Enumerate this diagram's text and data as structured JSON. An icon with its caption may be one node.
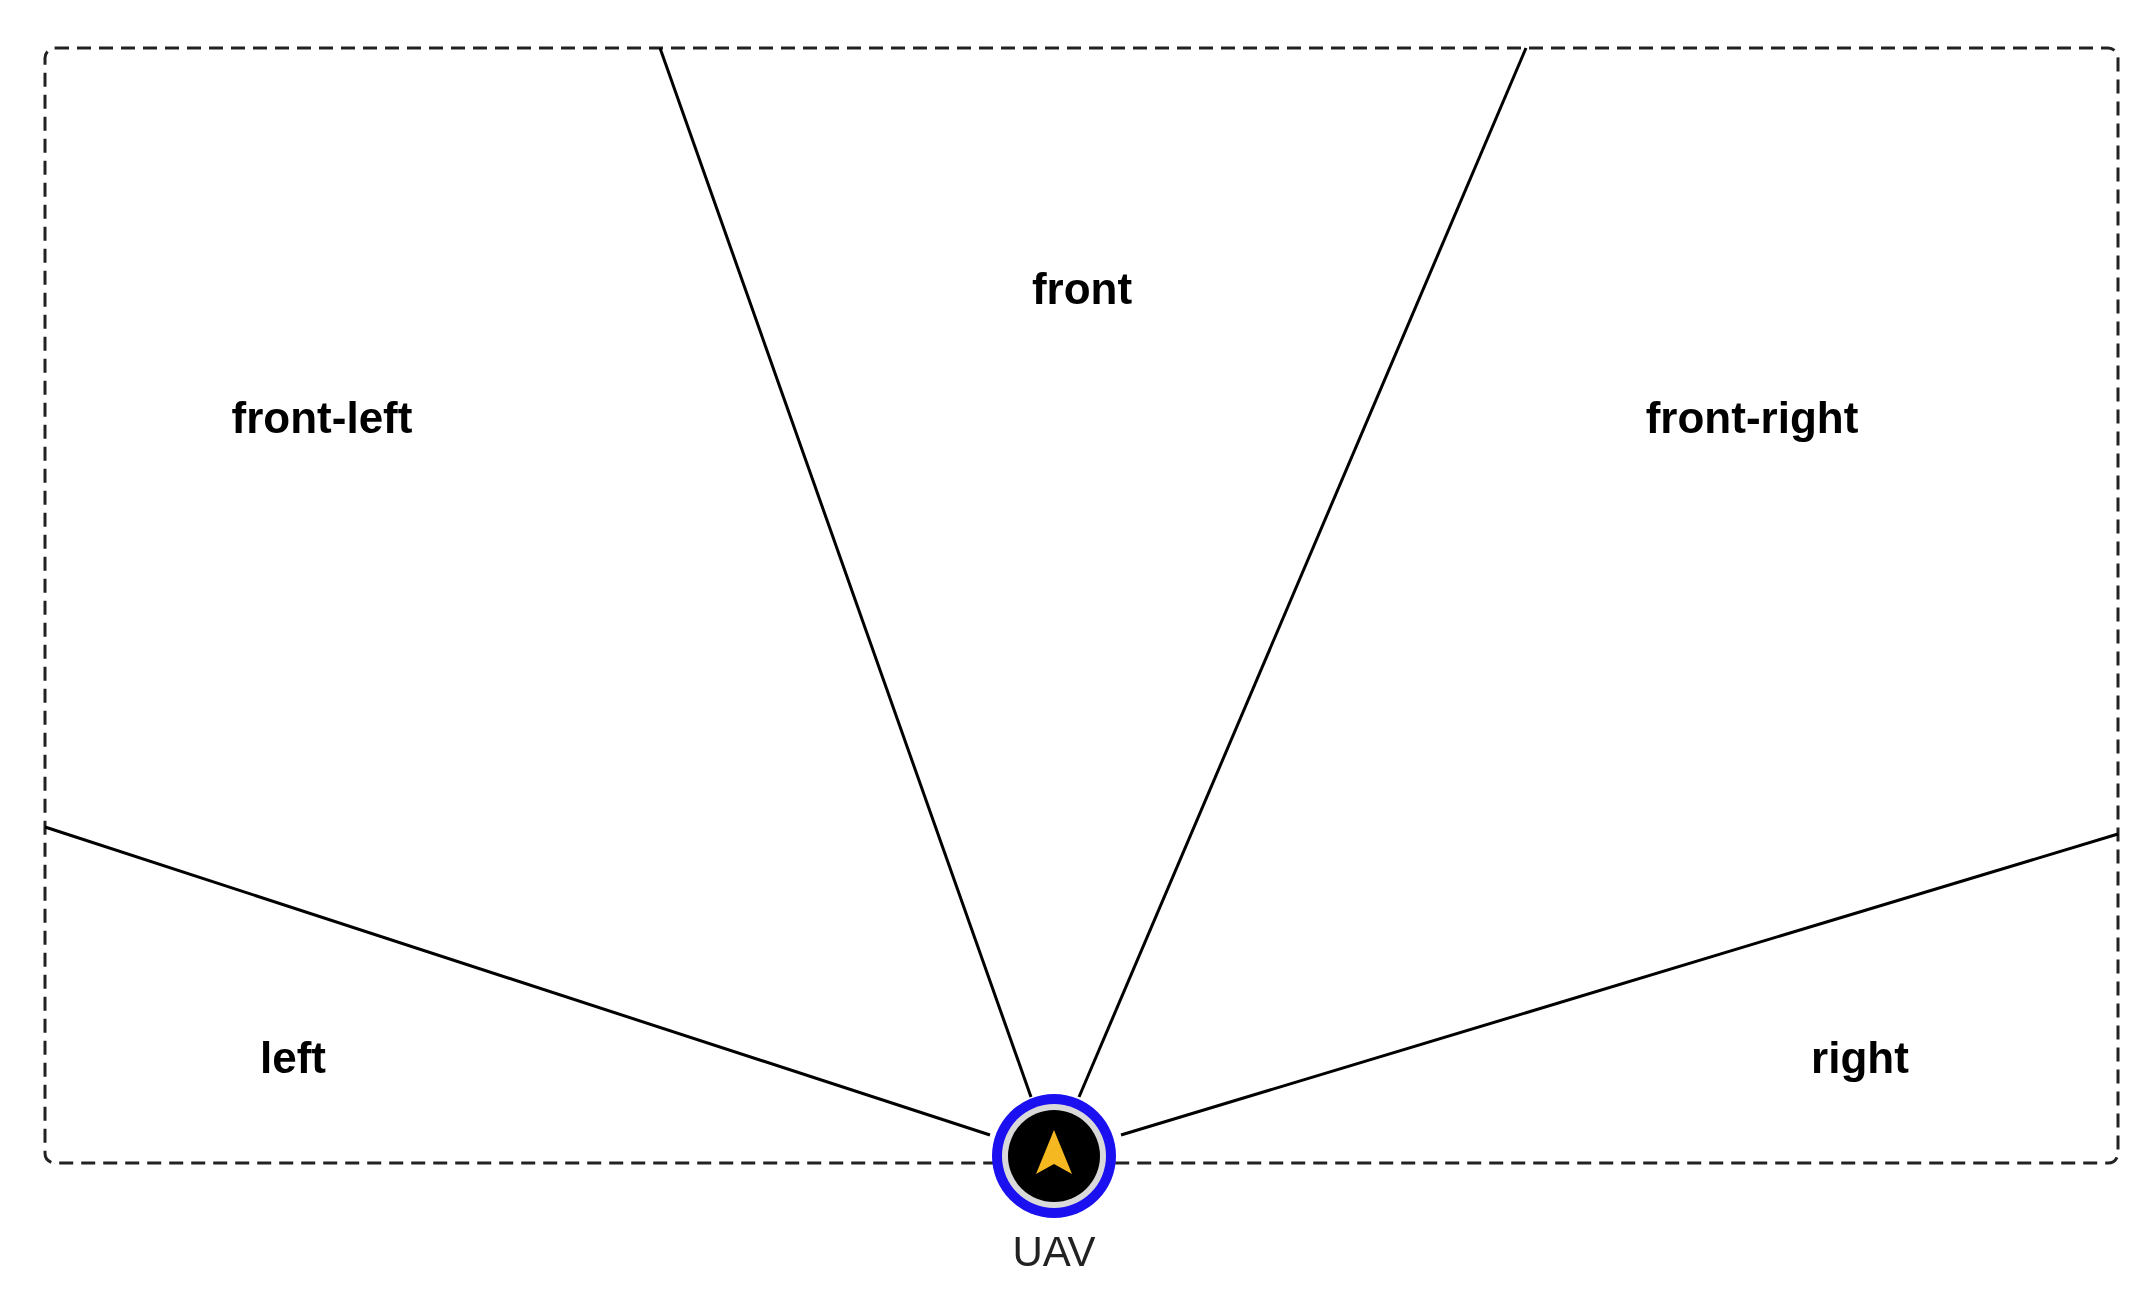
{
  "diagram": {
    "nodes": [
      {
        "text": [],
        "shape": "circle",
        "beside": [
          "UAV"
        ]
      }
    ],
    "labels": [
      "front",
      "front-left",
      "front-right",
      "left",
      "right"
    ]
  }
}
